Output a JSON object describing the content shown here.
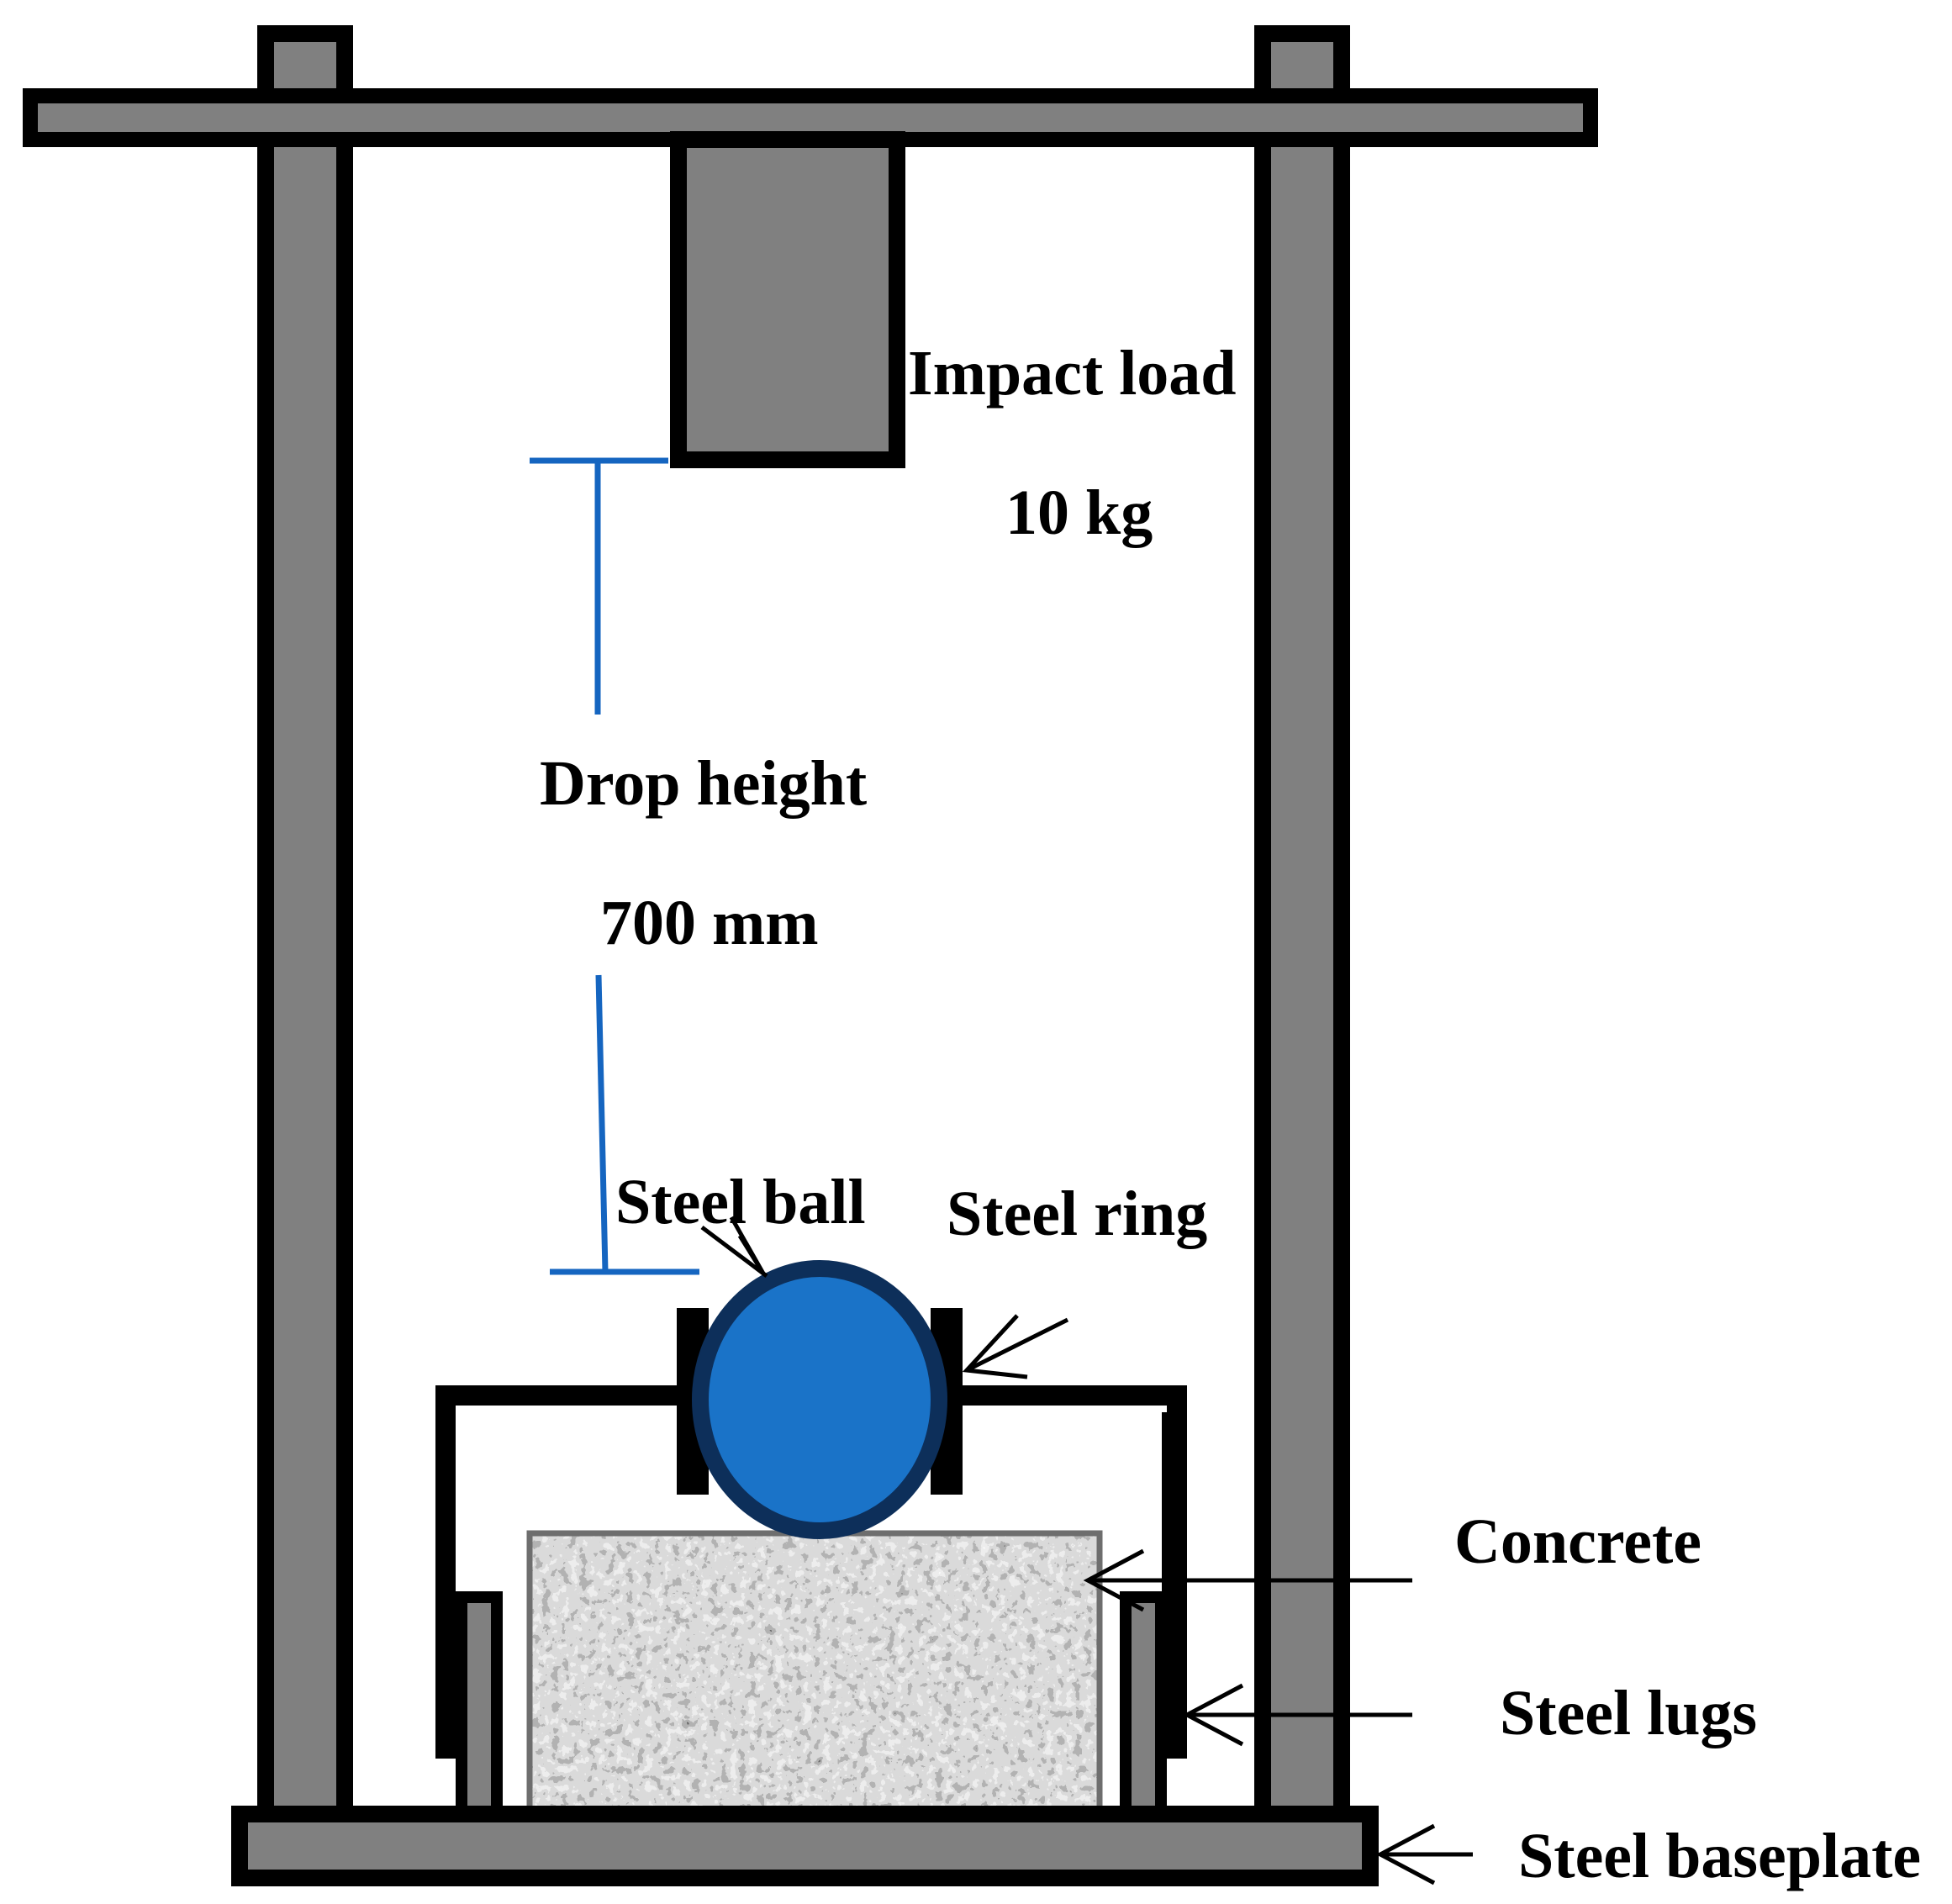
{
  "labels": {
    "impact_load": "Impact load",
    "impact_mass": "10 kg",
    "drop_height": "Drop height",
    "drop_height_value": "700 mm",
    "steel_ball": "Steel ball",
    "steel_ring": "Steel ring",
    "concrete": "Concrete",
    "steel_lugs": "Steel lugs",
    "steel_baseplate": "Steel baseplate"
  },
  "colors": {
    "steel": "#808080",
    "outline": "#000000",
    "dimension_line": "#1565c0",
    "ball_fill": "#1a73c8",
    "ball_outline": "#0d2f5a",
    "concrete_base": "#b9b9b9"
  }
}
